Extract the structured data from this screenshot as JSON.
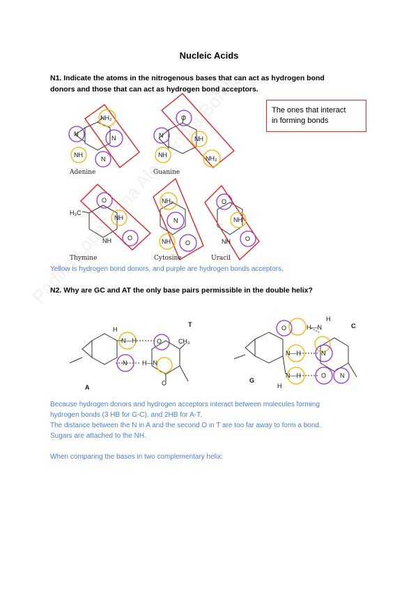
{
  "title": "Nucleic Acids",
  "q1": {
    "line1": "N1. Indicate the atoms in the nitrogenous bases that can act as hydrogen bond",
    "line2": "donors and those that can act as hydrogen bond acceptors."
  },
  "callout": {
    "line1": "The ones that interact",
    "line2": "in forming bonds"
  },
  "bases": [
    "Adenine",
    "Guanine",
    "Thymine",
    "Cytosine",
    "Uracil"
  ],
  "atoms": {
    "nh2": "NH₂",
    "nh": "NH",
    "n": "N",
    "o": "O",
    "h3c": "H₃C",
    "h": "H",
    "ch3": "CH₃",
    "n_h": "N—H",
    "h_n": "H—N"
  },
  "q1_answer": "Yellow is hydrogen bond donors, and purple are hydrogen bonds acceptors.",
  "q2": "N2. Why are GC and AT the only base pairs permissible in the double helix?",
  "pair_labels": {
    "a": "A",
    "t": "T",
    "g": "G",
    "c": "C"
  },
  "answer2": {
    "line1": "Because hydrogen donors and hydrogen acceptors interact between molecules forming",
    "line2": "hydrogen bonds (3 HB for G-C), and 2HB for A-T.",
    "line3": "The distance between the N in A and the second O in T are too far away to form a bond.",
    "line4": "Sugars are attached to the NH.",
    "line5": "When comparing the bases in two complementary helix:"
  },
  "watermark": "Padilla Lopez, Ana Alessandra Bonilla",
  "colors": {
    "donor": "#f0b400",
    "acceptor": "#9a2fd8",
    "box": "#e22222",
    "answer_text": "#4a7fd0"
  }
}
